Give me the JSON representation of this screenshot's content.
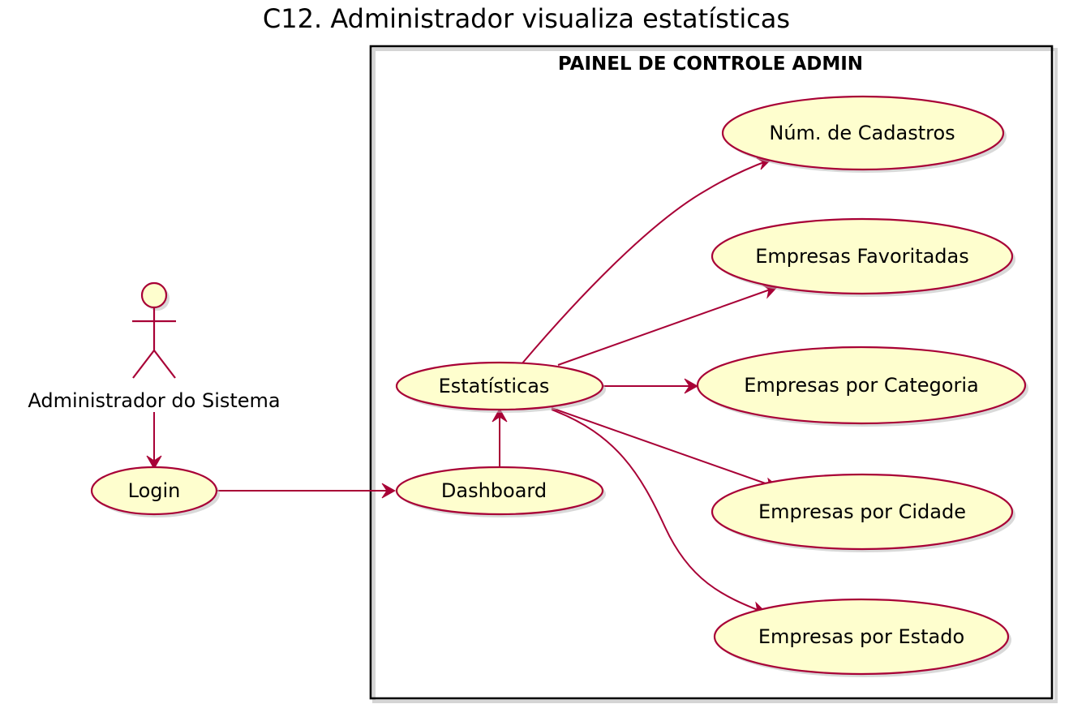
{
  "diagram": {
    "title": "C12. Administrador visualiza estatísticas",
    "package": {
      "title": "PAINEL DE CONTROLE ADMIN"
    },
    "actor": {
      "label": "Administrador do Sistema"
    },
    "use_cases": {
      "login": "Login",
      "dashboard": "Dashboard",
      "estatisticas": "Estatísticas",
      "num_cadastros": "Núm. de Cadastros",
      "empresas_favoritadas": "Empresas Favoritadas",
      "empresas_por_categoria": "Empresas por Categoria",
      "empresas_por_cidade": "Empresas por Cidade",
      "empresas_por_estado": "Empresas por Estado"
    },
    "colors": {
      "use_case_fill": "#FEFECE",
      "line": "#A80036",
      "frame": "#000000"
    },
    "relations": [
      {
        "from": "Administrador do Sistema",
        "to": "Login"
      },
      {
        "from": "Login",
        "to": "Dashboard"
      },
      {
        "from": "Dashboard",
        "to": "Estatísticas"
      },
      {
        "from": "Estatísticas",
        "to": "Núm. de Cadastros"
      },
      {
        "from": "Estatísticas",
        "to": "Empresas Favoritadas"
      },
      {
        "from": "Estatísticas",
        "to": "Empresas por Categoria"
      },
      {
        "from": "Estatísticas",
        "to": "Empresas por Cidade"
      },
      {
        "from": "Estatísticas",
        "to": "Empresas por Estado"
      }
    ]
  }
}
